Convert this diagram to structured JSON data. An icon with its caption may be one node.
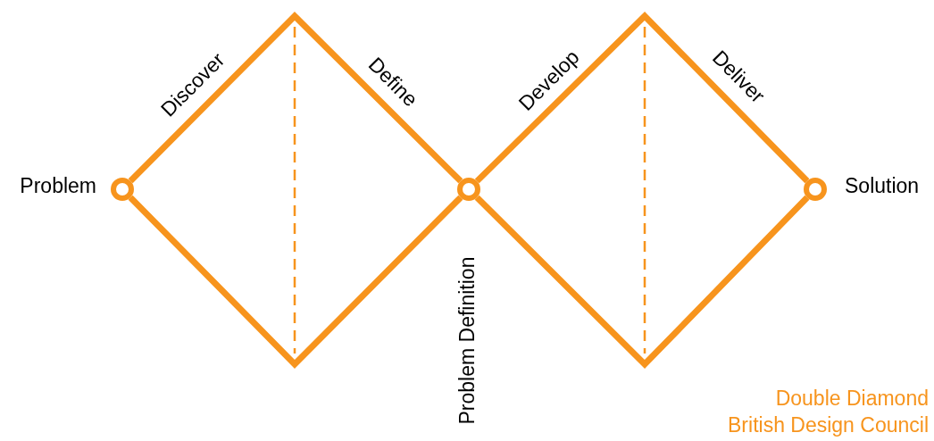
{
  "diagram": {
    "nodes": [
      {
        "text": [],
        "shape": "circle",
        "beside": [
          "Problem"
        ]
      },
      {
        "text": [],
        "shape": "circle",
        "beside": [
          "Problem Definition"
        ]
      },
      {
        "text": [],
        "shape": "circle",
        "beside": [
          "Solution"
        ]
      }
    ],
    "edges": [
      {
        "from": 0,
        "to": 1,
        "arrow": "none"
      },
      {
        "from": 0,
        "to": 1,
        "arrow": "none"
      },
      {
        "from": 1,
        "to": 2,
        "arrow": "none"
      },
      {
        "from": 1,
        "to": 2,
        "arrow": "none"
      }
    ],
    "labels": [
      "Discover",
      "Define",
      "Develop",
      "Deliver",
      "Double Diamond",
      "British Design Council"
    ]
  }
}
